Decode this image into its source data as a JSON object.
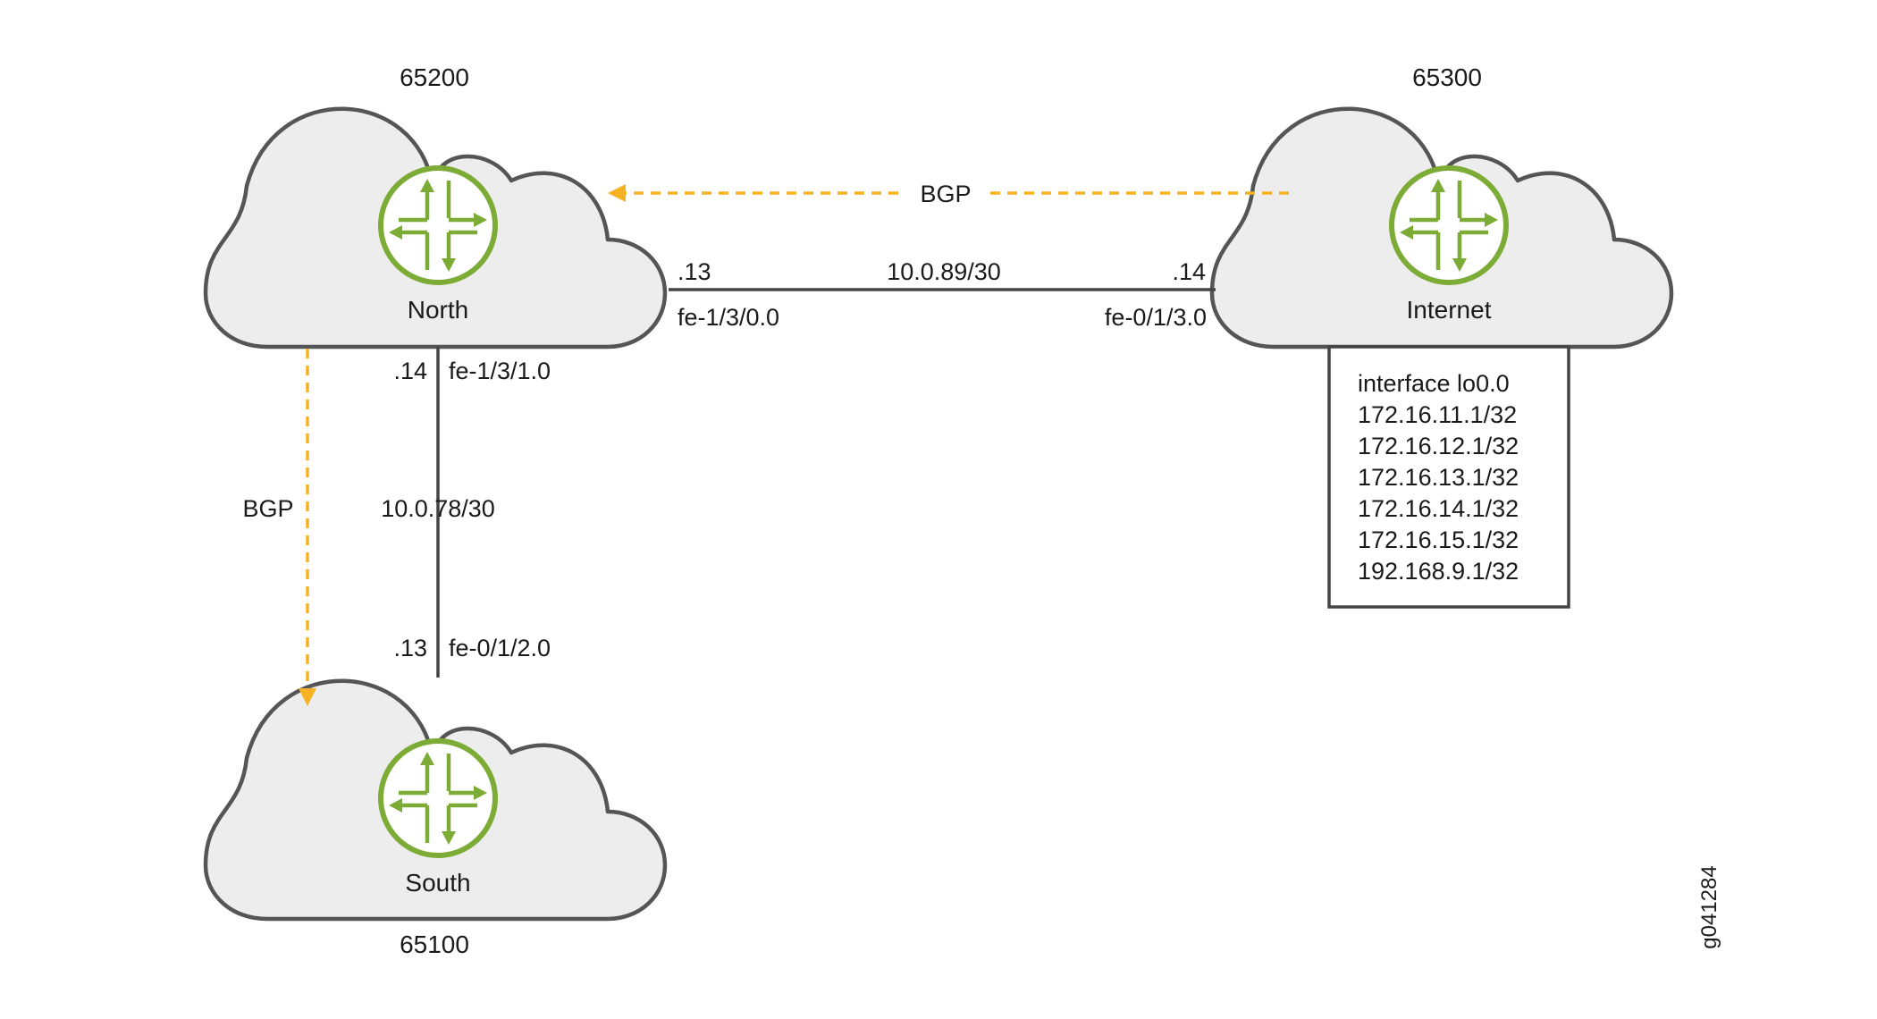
{
  "nodes": {
    "north": {
      "name": "North",
      "as_number": "65200"
    },
    "internet": {
      "name": "Internet",
      "as_number": "65300"
    },
    "south": {
      "name": "South",
      "as_number": "65100"
    }
  },
  "links": {
    "north_internet": {
      "subnet": "10.0.89/30",
      "north_host": ".13",
      "north_interface": "fe-1/3/0.0",
      "internet_host": ".14",
      "internet_interface": "fe-0/1/3.0"
    },
    "north_south": {
      "subnet": "10.0.78/30",
      "north_host": ".14",
      "north_interface": "fe-1/3/1.0",
      "south_host": ".13",
      "south_interface": "fe-0/1/2.0"
    }
  },
  "sessions": {
    "internet_to_north": "BGP",
    "north_to_south": "BGP"
  },
  "loopback_box": {
    "lines": [
      "interface lo0.0",
      "172.16.11.1/32",
      "172.16.12.1/32",
      "172.16.13.1/32",
      "172.16.14.1/32",
      "172.16.15.1/32",
      "192.168.9.1/32"
    ]
  },
  "figure_id": "g041284",
  "colors": {
    "bgp_line": "#f5b225",
    "router_icon": "#7cac35",
    "cloud_fill": "#ededed",
    "cloud_stroke": "#555555"
  },
  "icons": [
    "router-icon"
  ]
}
